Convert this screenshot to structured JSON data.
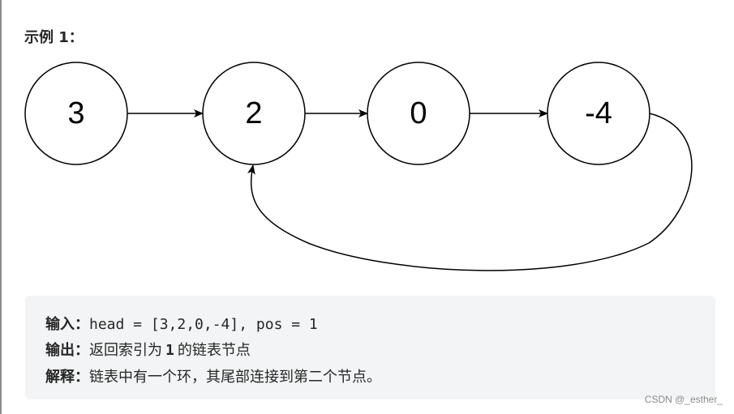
{
  "example_title": "示例 1：",
  "diagram": {
    "nodes": [
      {
        "id": "n0",
        "value": "3"
      },
      {
        "id": "n1",
        "value": "2"
      },
      {
        "id": "n2",
        "value": "0"
      },
      {
        "id": "n3",
        "value": "-4"
      }
    ],
    "edges": [
      {
        "from": "n0",
        "to": "n1"
      },
      {
        "from": "n1",
        "to": "n2"
      },
      {
        "from": "n2",
        "to": "n3"
      },
      {
        "from": "n3",
        "to": "n1",
        "kind": "cycle"
      }
    ]
  },
  "io": {
    "input_label": "输入：",
    "input_value": "head = [3,2,0,-4], pos = 1",
    "output_label": "输出：",
    "output_prefix": "返回索引为",
    "output_index": "1",
    "output_suffix": "的链表节点",
    "explain_label": "解释：",
    "explain_text": "链表中有一个环，其尾部连接到第二个节点。"
  },
  "watermark": "CSDN @_esther_"
}
